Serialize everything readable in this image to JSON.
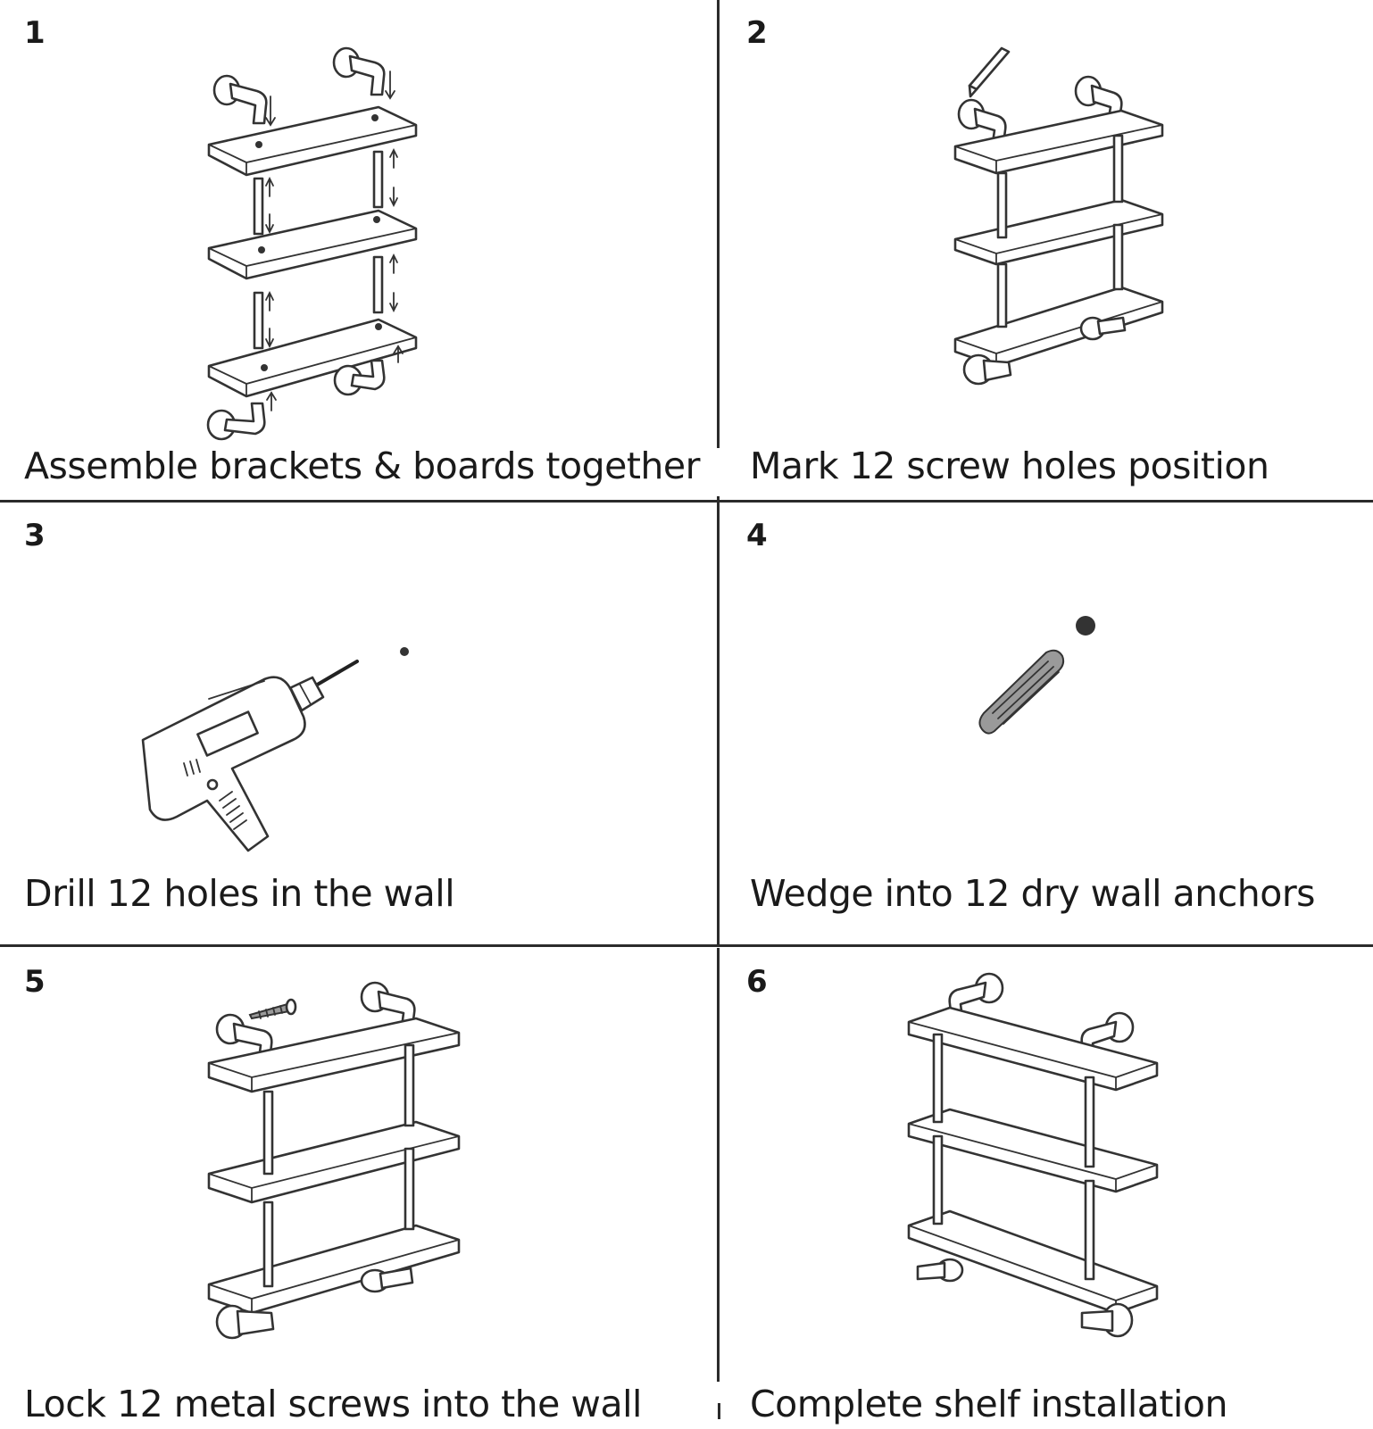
{
  "steps": [
    {
      "number": "1",
      "caption": "Assemble brackets & boards together"
    },
    {
      "number": "2",
      "caption": "Mark 12 screw holes position"
    },
    {
      "number": "3",
      "caption": "Drill 12 holes in the wall"
    },
    {
      "number": "4",
      "caption": "Wedge into 12 dry wall anchors"
    },
    {
      "number": "5",
      "caption": "Lock 12 metal screws into the wall"
    },
    {
      "number": "6",
      "caption": "Complete shelf installation"
    }
  ],
  "illustrations": [
    "exploded-shelf-icon",
    "pencil-marking-icon",
    "power-drill-icon",
    "wall-anchor-icon",
    "screw-icon",
    "finished-shelf-icon"
  ]
}
